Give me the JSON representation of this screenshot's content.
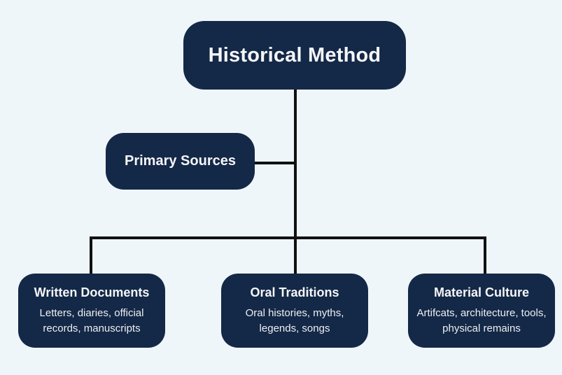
{
  "diagram": {
    "type": "hierarchy-flowchart",
    "colors": {
      "background": "#eef6f9",
      "node_fill": "#142847",
      "node_text": "#f5f6f8",
      "connector": "#111111"
    },
    "root": {
      "title": "Historical Method"
    },
    "primary": {
      "title": "Primary Sources"
    },
    "children": [
      {
        "title": "Written Documents",
        "desc": "Letters, diaries, official records, manuscripts"
      },
      {
        "title": "Oral Traditions",
        "desc": "Oral histories, myths, legends, songs"
      },
      {
        "title": "Material Culture",
        "desc": "Artifcats, architecture, tools, physical remains"
      }
    ]
  }
}
